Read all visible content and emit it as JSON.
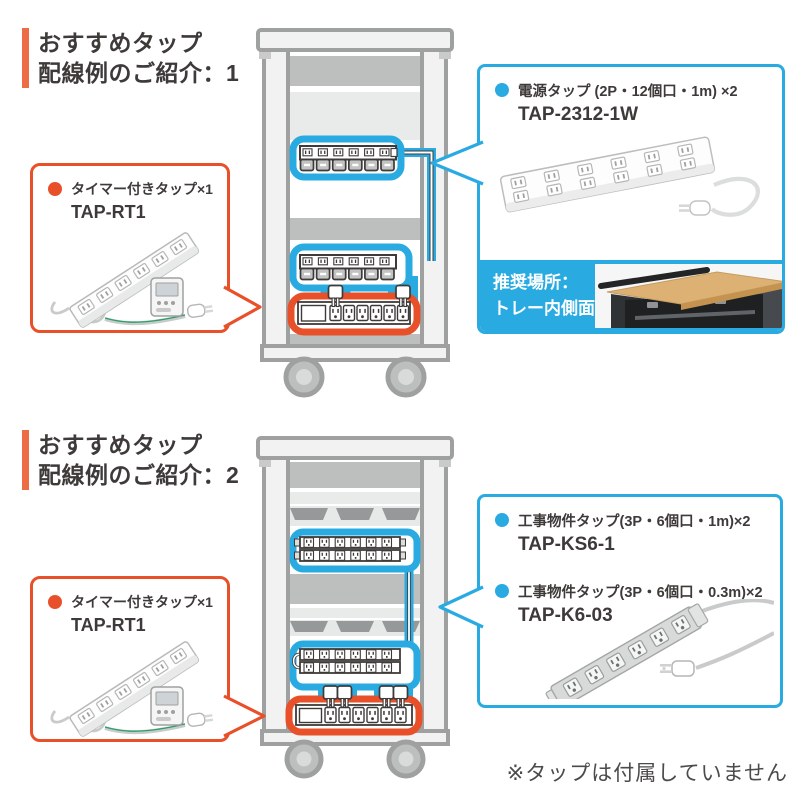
{
  "colors": {
    "accent_orange": "#e8502a",
    "accent_blue": "#29abe2",
    "title_bar_orange": "#ed6c45",
    "text_dark": "#3e3a39"
  },
  "section1": {
    "title_line1": "おすすめタップ",
    "title_line2": "配線例のご紹介：1",
    "timer_callout": {
      "label": "タイマー付きタップ×1",
      "model": "TAP-RT1"
    },
    "power_callout": {
      "label": "電源タップ (2P・12個口・1m) ×2",
      "model": "TAP-2312-1W",
      "location_title": "推奨場所：",
      "location_value": "トレー内側面"
    }
  },
  "section2": {
    "title_line1": "おすすめタップ",
    "title_line2": "配線例のご紹介：2",
    "timer_callout": {
      "label": "タイマー付きタップ×1",
      "model": "TAP-RT1"
    },
    "tap_callout": {
      "items": [
        {
          "label": "工事物件タップ(3P・6個口・1m)×2",
          "model": "TAP-KS6-1"
        },
        {
          "label": "工事物件タップ(3P・6個口・0.3m)×2",
          "model": "TAP-K6-03"
        }
      ]
    }
  },
  "footnote": "※タップは付属していません"
}
